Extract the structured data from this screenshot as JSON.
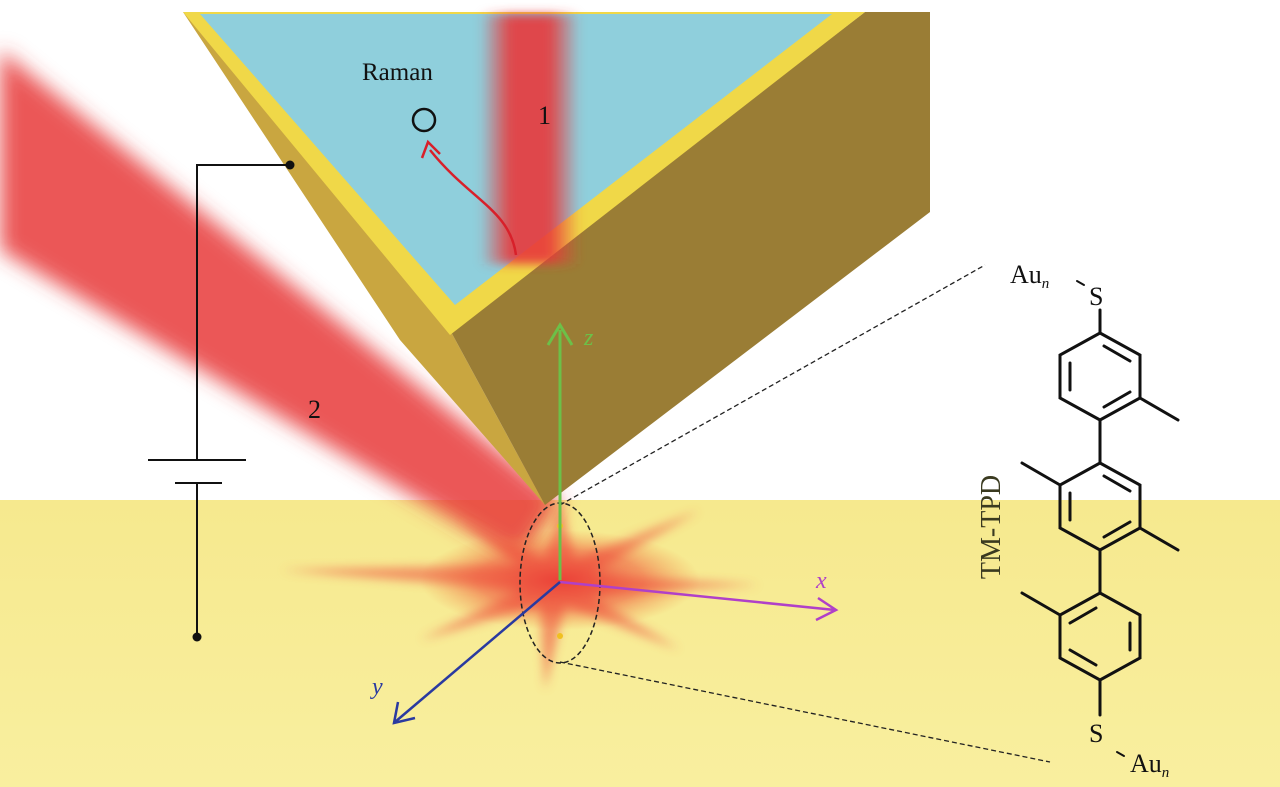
{
  "labels": {
    "raman": "Raman",
    "beam_1": "1",
    "beam_2": "2",
    "axis_x": "x",
    "axis_y": "y",
    "axis_z": "z"
  },
  "molecule": {
    "name": "TM-TPD",
    "top_anchor": "Au",
    "top_anchor_sub": "n",
    "top_atom": "S",
    "bottom_atom": "S",
    "bottom_anchor": "Au",
    "bottom_anchor_sub": "n"
  },
  "colors": {
    "substrate": "#f4e58a",
    "prism_face": "#8fcfdc",
    "gold_rim": "#f0d848",
    "tip_side": "#9a7d35",
    "laser": "#e8383a",
    "axis_x": "#b040c8",
    "axis_y": "#2a3aa0",
    "axis_z": "#6cc048"
  }
}
